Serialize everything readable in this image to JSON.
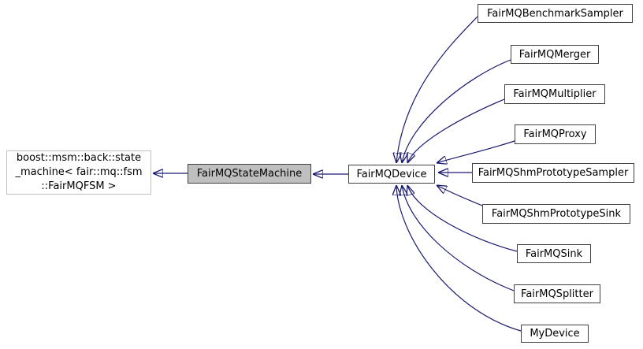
{
  "colors": {
    "edge": "#191970",
    "node_border": "#404040",
    "node_background": "#ffffff",
    "selected_node_background": "#bfbfbf",
    "external_node_border": "#c0c0c0",
    "text": "#000000"
  },
  "nodes": {
    "external_base": {
      "line1": "boost::msm::back::state",
      "line2": "_machine< fair::mq::fsm",
      "line3": "::FairMQFSM >"
    },
    "selected": {
      "label": "FairMQStateMachine"
    },
    "device": {
      "label": "FairMQDevice"
    },
    "derived": [
      {
        "label": "FairMQBenchmarkSampler"
      },
      {
        "label": "FairMQMerger"
      },
      {
        "label": "FairMQMultiplier"
      },
      {
        "label": "FairMQProxy"
      },
      {
        "label": "FairMQShmPrototypeSampler"
      },
      {
        "label": "FairMQShmPrototypeSink"
      },
      {
        "label": "FairMQSink"
      },
      {
        "label": "FairMQSplitter"
      },
      {
        "label": "MyDevice"
      }
    ]
  }
}
